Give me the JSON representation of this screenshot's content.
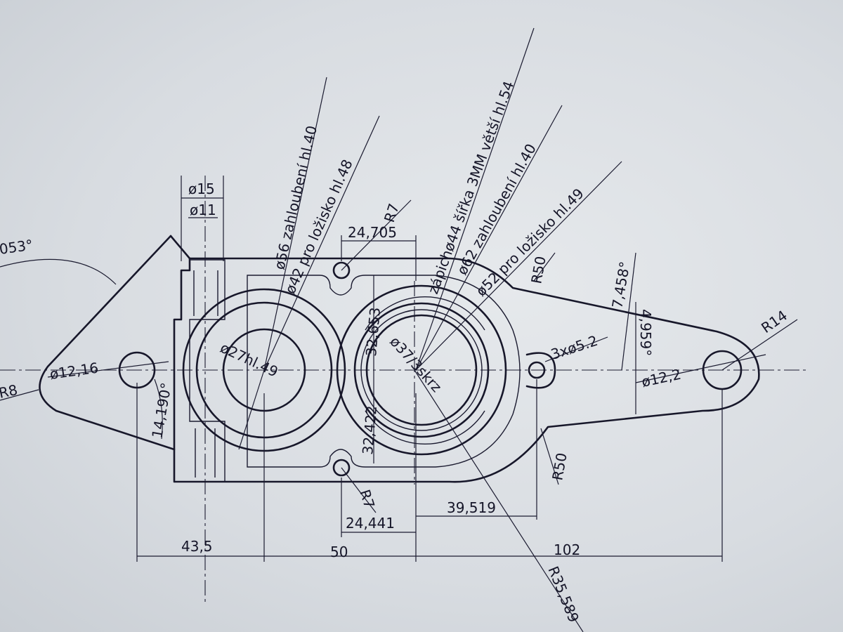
{
  "dimensions": {
    "angle_top_left": "053°",
    "r8": "R8",
    "d12_16": "ø12,16",
    "angle_14_190": "14,190°",
    "d15": "ø15",
    "d11": "ø11",
    "dim_43_5": "43,5",
    "dim_50": "50",
    "dim_102": "102",
    "dim_24_705": "24,705",
    "dim_24_441": "24,441",
    "dim_39_519": "39,519",
    "r7_top": "R7",
    "r7_bottom": "R7",
    "dim_32_653": "32,653",
    "dim_32_422": "32,422",
    "d27": "ø27hl.49",
    "d37": "ø37/3skrz",
    "r35_589": "R35,589",
    "r50_top": "R50",
    "r50_bottom": "R50",
    "holes_3x5_2": "3xø5.2",
    "d12_2": "ø12,2",
    "r14": "R14",
    "angle_7_458": "7,458°",
    "angle_4_959": "4,959°"
  },
  "callouts": {
    "c56": "ø56 zahloubení hl.40",
    "c42": "ø42 pro ložisko hl.48",
    "c44": "zápichø44 šířka 3MM větší hl.54",
    "c62": "ø62 zahloubení hl.40",
    "c52": "ø52 pro ložisko hl.49"
  }
}
